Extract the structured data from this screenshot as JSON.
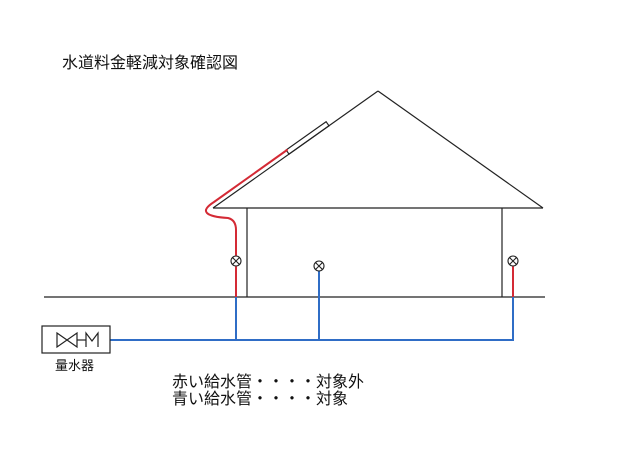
{
  "title": "水道料金軽減対象確認図",
  "meter": {
    "label": "量水器",
    "icon": "water-meter-symbol"
  },
  "legend": [
    {
      "text": "赤い給水管・・・・対象外"
    },
    {
      "text": "青い給水管・・・・対象"
    }
  ],
  "faucets": [
    {
      "icon": "faucet-valve-icon"
    },
    {
      "icon": "faucet-valve-icon"
    },
    {
      "icon": "faucet-valve-icon"
    }
  ],
  "colors": {
    "red_pipe": "#d42a35",
    "blue_pipe": "#2f6dc6",
    "outline": "#222222"
  }
}
